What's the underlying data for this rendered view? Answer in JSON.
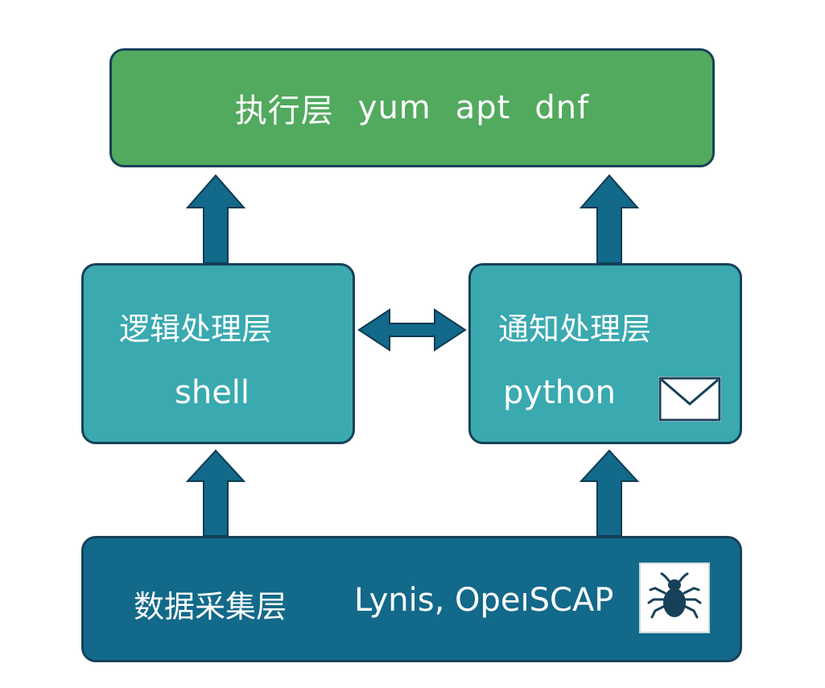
{
  "execution_layer": {
    "title": "执行层",
    "tools": [
      "yum",
      "apt",
      "dnf"
    ]
  },
  "logic_layer": {
    "title": "逻辑处理层",
    "tool": "shell"
  },
  "notify_layer": {
    "title": "通知处理层",
    "tool": "python",
    "icon": "mail-icon"
  },
  "data_layer": {
    "title": "数据采集层",
    "tools": "Lynis, OpeıSCAP",
    "icon": "bug-icon"
  },
  "colors": {
    "execution_fill": "#52aa5e",
    "processing_fill": "#3aa9b0",
    "data_fill": "#12698a",
    "arrow_fill": "#12698a",
    "border": "#17415a"
  }
}
